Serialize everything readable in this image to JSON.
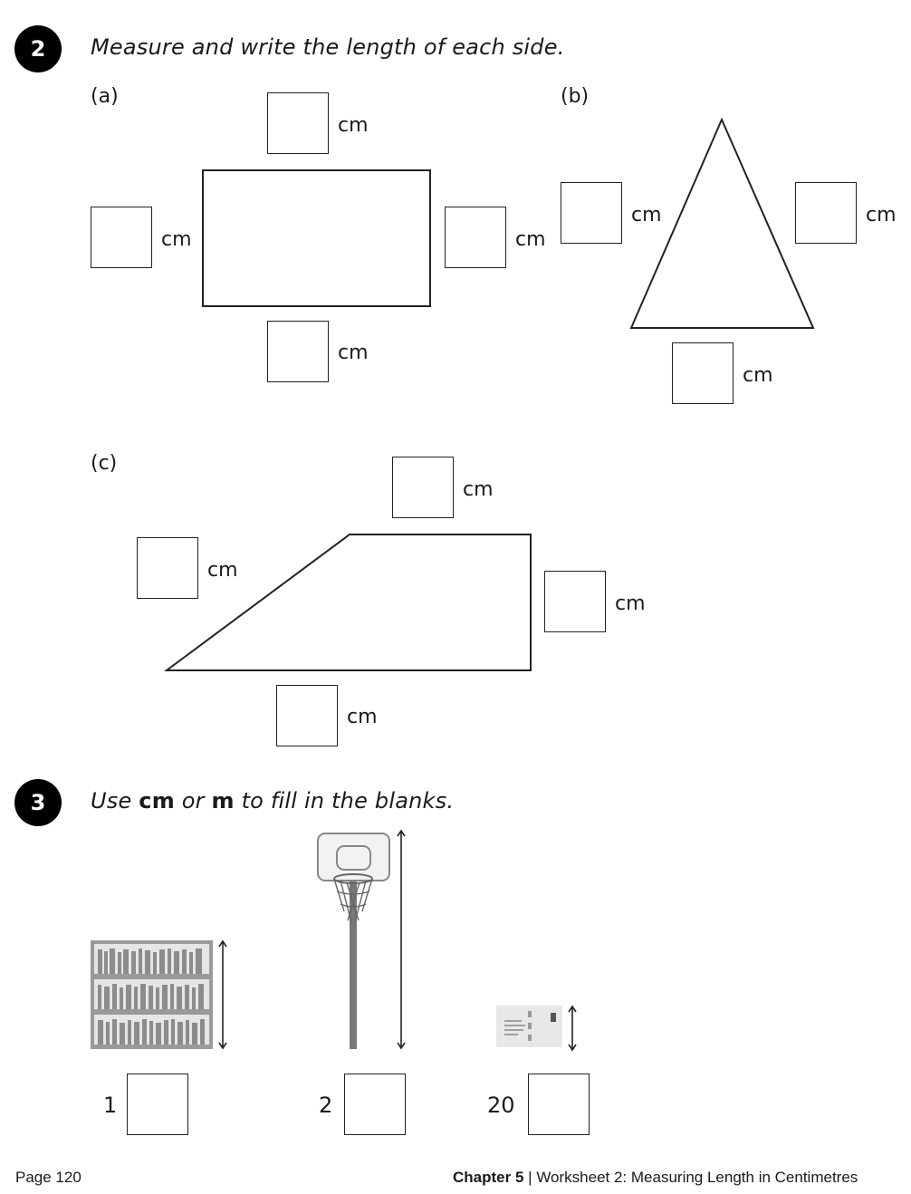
{
  "q2": {
    "number": "2",
    "instruction": "Measure and write the length of each side.",
    "parts": {
      "a": {
        "label": "(a)",
        "unit": "cm"
      },
      "b": {
        "label": "(b)",
        "unit": "cm"
      },
      "c": {
        "label": "(c)",
        "unit": "cm"
      }
    }
  },
  "q3": {
    "number": "3",
    "instruction_parts": [
      "Use ",
      "cm",
      " or ",
      "m",
      " to fill in the blanks."
    ],
    "items": [
      {
        "value": "1",
        "picture": "bookshelf-icon"
      },
      {
        "value": "2",
        "picture": "basketball-hoop-icon"
      },
      {
        "value": "20",
        "picture": "envelope-icon"
      }
    ]
  },
  "footer": {
    "page": "Page 120",
    "chapter": "Chapter 5",
    "separator": "|",
    "worksheet": "Worksheet 2: Measuring Length in Centimetres"
  }
}
